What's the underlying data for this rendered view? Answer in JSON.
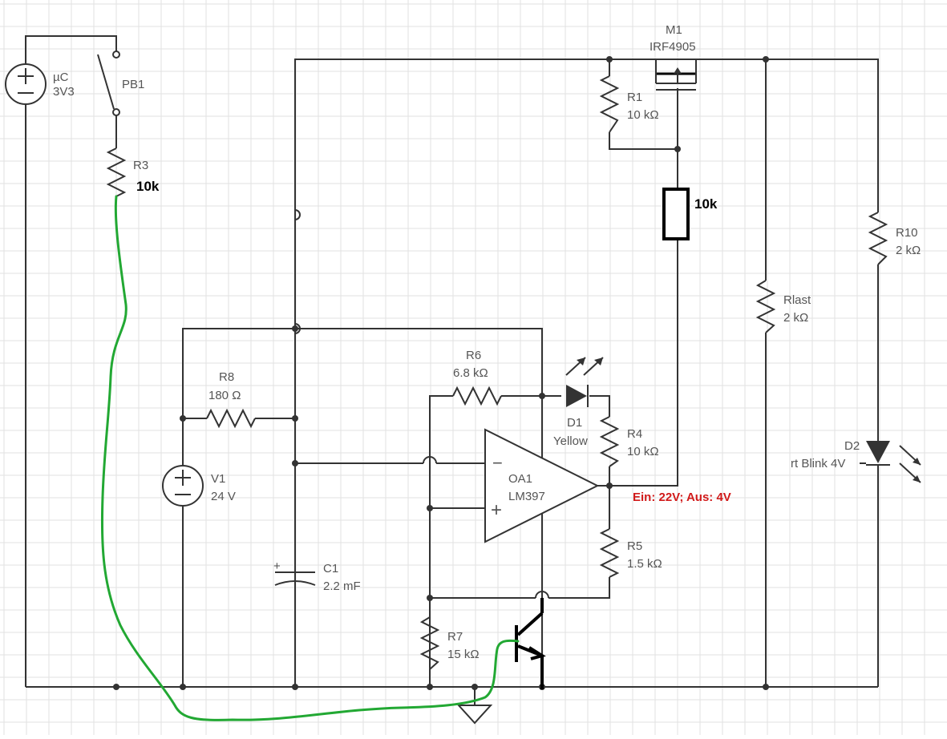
{
  "components": {
    "uc": {
      "name": "µC",
      "value": "3V3"
    },
    "pb1": {
      "name": "PB1"
    },
    "r3": {
      "name": "R3",
      "value": "10k"
    },
    "m1": {
      "name": "M1",
      "value": "IRF4905"
    },
    "r1": {
      "name": "R1",
      "value": "10 kΩ"
    },
    "r_gate": {
      "value": "10k"
    },
    "r10": {
      "name": "R10",
      "value": "2 kΩ"
    },
    "rlast": {
      "name": "Rlast",
      "value": "2 kΩ"
    },
    "r8": {
      "name": "R8",
      "value": "180 Ω"
    },
    "v1": {
      "name": "V1",
      "value": "24 V"
    },
    "r6": {
      "name": "R6",
      "value": "6.8 kΩ"
    },
    "d1": {
      "name": "D1",
      "value": "Yellow"
    },
    "r4": {
      "name": "R4",
      "value": "10 kΩ"
    },
    "oa1": {
      "name": "OA1",
      "value": "LM397"
    },
    "r5": {
      "name": "R5",
      "value": "1.5 kΩ"
    },
    "c1": {
      "name": "C1",
      "value": "2.2 mF"
    },
    "r7": {
      "name": "R7",
      "value": "15 kΩ"
    },
    "d2": {
      "name": "D2",
      "value": "rt Blink 4V"
    }
  },
  "annotations": {
    "output_state": "Ein: 22V; Aus: 4V"
  },
  "symbols": {
    "plus": "+",
    "minus": "−"
  }
}
